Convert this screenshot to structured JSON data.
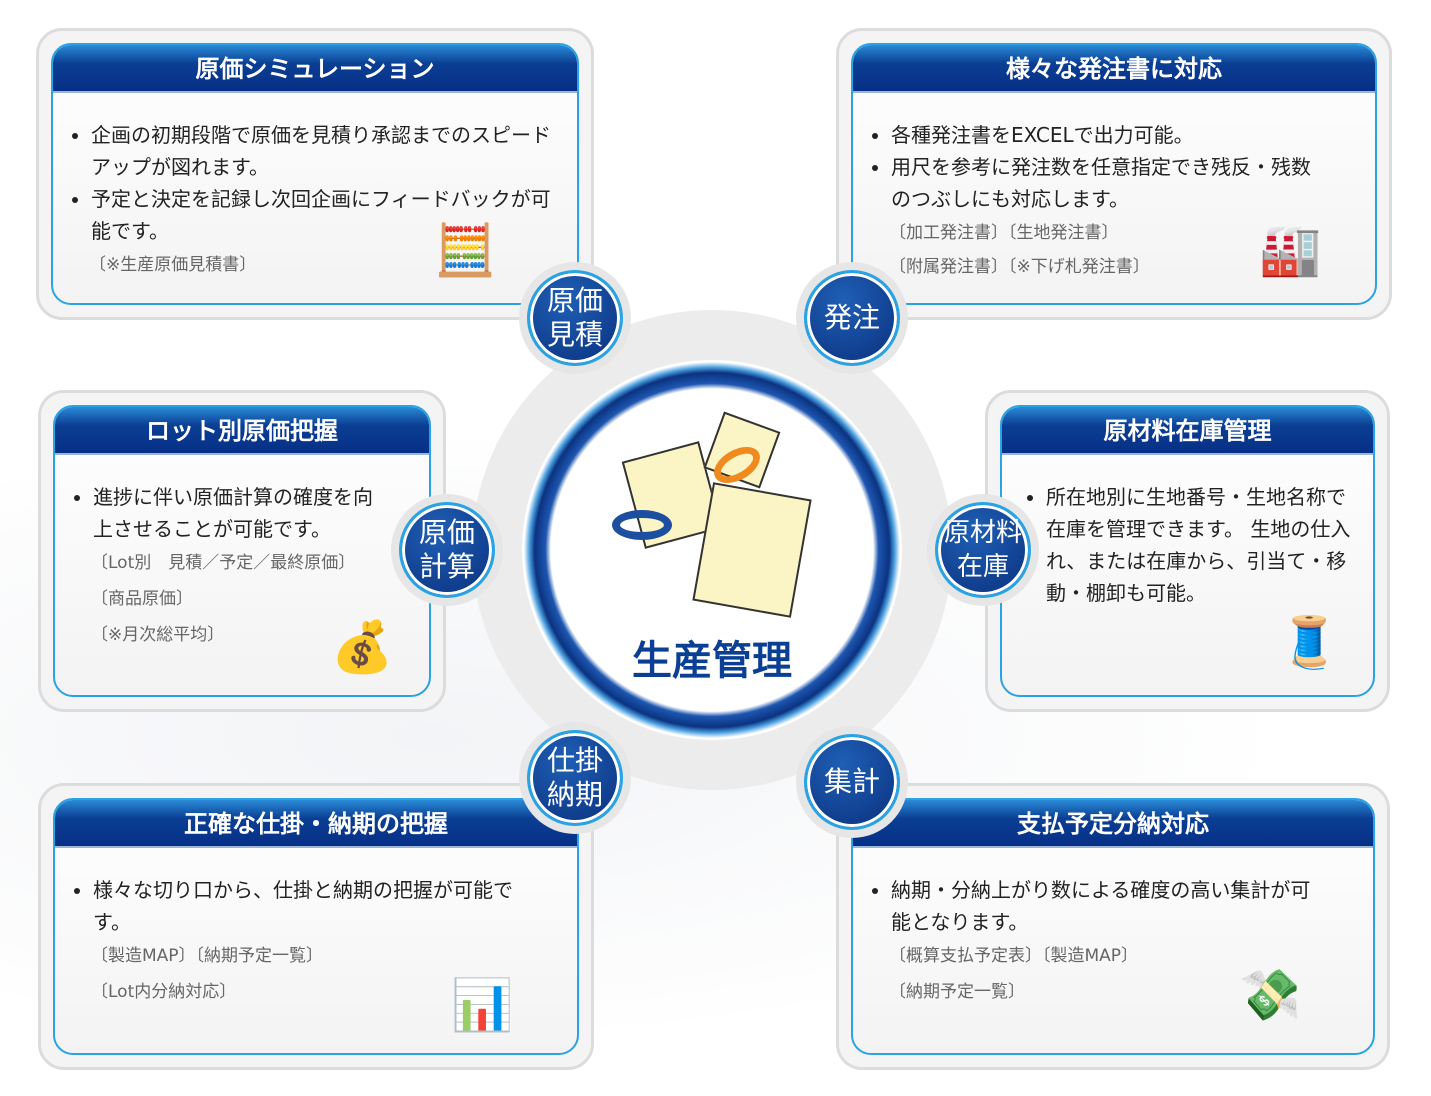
{
  "center": {
    "title": "生産管理"
  },
  "cards": [
    {
      "title": "原価シミュレーション",
      "badge": "原価\n見積",
      "bullets": [
        "企画の初期段階で原価を見積り承認までのスピードアップが図れます。",
        "予定と決定を記録し次回企画にフィードバックが可能です。"
      ],
      "notes": [
        "〔※生産原価見積書〕"
      ]
    },
    {
      "title": "様々な発注書に対応",
      "badge": "発注",
      "bullets": [
        "各種発注書をEXCELで出力可能。",
        "用尺を参考に発注数を任意指定でき残反・残数のつぶしにも対応します。"
      ],
      "notes": [
        "〔加工発注書〕〔生地発注書〕",
        "〔附属発注書〕〔※下げ札発注書〕"
      ]
    },
    {
      "title": "ロット別原価把握",
      "badge": "原価\n計算",
      "bullets": [
        "進捗に伴い原価計算の確度を向上させることが可能です。"
      ],
      "notes": [
        "〔Lot別　見積／予定／最終原価〕",
        "〔商品原価〕",
        "〔※月次総平均〕"
      ]
    },
    {
      "title": "原材料在庫管理",
      "badge": "原材料\n在庫",
      "bullets": [
        "所在地別に生地番号・生地名称で在庫を管理できます。 生地の仕入れ、または在庫から、引当て・移動・棚卸も可能。"
      ],
      "notes": []
    },
    {
      "title": "正確な仕掛・納期の把握",
      "badge": "仕掛\n納期",
      "bullets": [
        "様々な切り口から、仕掛と納期の把握が可能です。"
      ],
      "notes": [
        "〔製造MAP〕〔納期予定一覧〕",
        "〔Lot内分納対応〕"
      ]
    },
    {
      "title": "支払予定分納対応",
      "badge": "集計",
      "bullets": [
        "納期・分納上がり数による確度の高い集計が可能となります。"
      ],
      "notes": [
        "〔概算支払予定表〕〔製造MAP〕",
        "〔納期予定一覧〕"
      ]
    }
  ]
}
